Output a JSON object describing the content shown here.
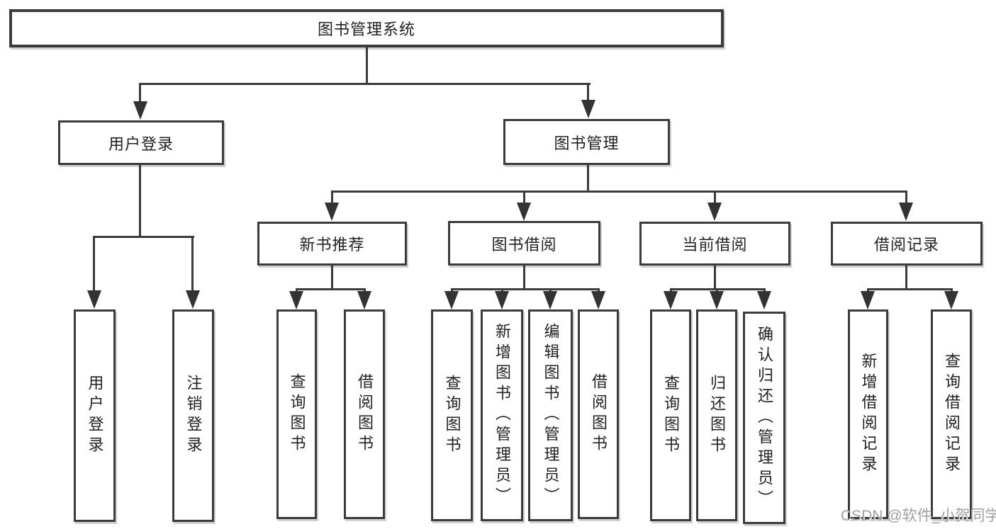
{
  "diagram": {
    "type": "function-structure-chart",
    "tree": {
      "label": "图书管理系统",
      "children": [
        {
          "label": "用户登录",
          "children": [
            {
              "label": "用户登录"
            },
            {
              "label": "注销登录"
            }
          ]
        },
        {
          "label": "图书管理",
          "children": [
            {
              "label": "新书推荐",
              "children": [
                {
                  "label": "查询图书"
                },
                {
                  "label": "借阅图书"
                }
              ]
            },
            {
              "label": "图书借阅",
              "children": [
                {
                  "label": "查询图书"
                },
                {
                  "label": "新增图书（管理员）"
                },
                {
                  "label": "编辑图书（管理员）"
                },
                {
                  "label": "借阅图书"
                }
              ]
            },
            {
              "label": "当前借阅",
              "children": [
                {
                  "label": "查询图书"
                },
                {
                  "label": "归还图书"
                },
                {
                  "label": "确认归还（管理员）"
                }
              ]
            },
            {
              "label": "借阅记录",
              "children": [
                {
                  "label": "新增借阅记录"
                },
                {
                  "label": "查询借阅记录"
                }
              ]
            }
          ]
        }
      ]
    }
  },
  "watermark": {
    "text": "CSDN @软件_小贺同学",
    "color": "#a0a0a0"
  },
  "colors": {
    "line": "#3b3b3b",
    "box_border": "#3b3b3b",
    "text": "#222222",
    "background": "#ffffff"
  }
}
